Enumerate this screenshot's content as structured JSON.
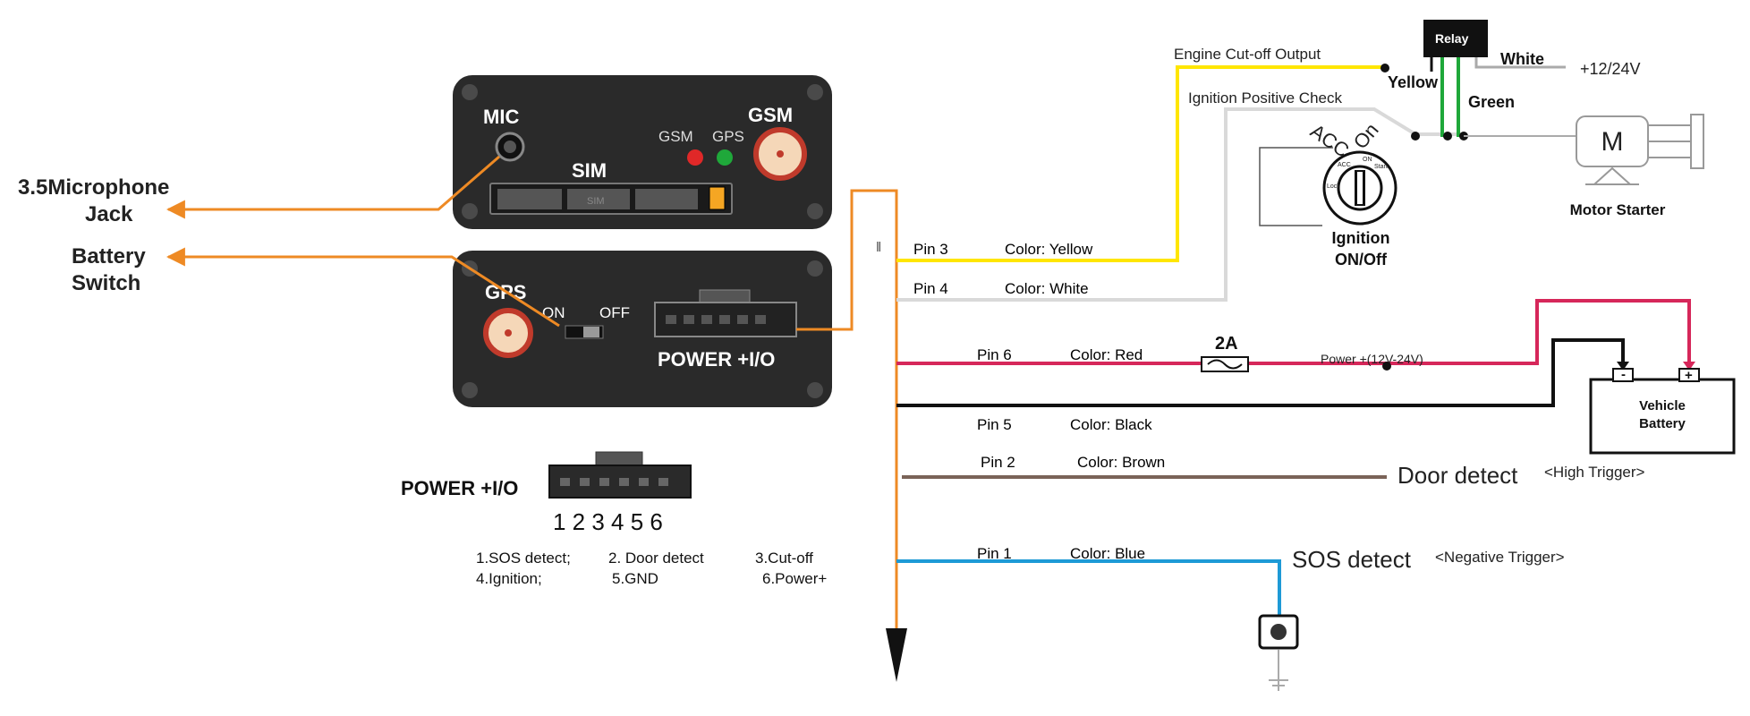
{
  "device": {
    "top_panel": {
      "mic_label": "MIC",
      "gsm_antenna_label": "GSM",
      "led_gsm_label": "GSM",
      "led_gps_label": "GPS",
      "sim_label": "SIM",
      "sim_tray_text": "SIM"
    },
    "bottom_panel": {
      "gps_antenna_label": "GPS",
      "switch_on_label": "ON",
      "switch_off_label": "OFF",
      "connector_label": "POWER +I/O"
    }
  },
  "callouts": {
    "mic_jack": [
      "3.5Microphone",
      "Jack"
    ],
    "battery_switch": [
      "Battery",
      "Switch"
    ]
  },
  "connector_detail": {
    "label": "POWER +I/O",
    "pin_numbers": "1 2 3 4 5 6",
    "legend_row1": [
      "1.SOS  detect;",
      "2. Door  detect",
      "3.Cut-off"
    ],
    "legend_row2": [
      "4.Ignition;",
      "5.GND",
      "6.Power+"
    ]
  },
  "wires": [
    {
      "pin": "Pin 3",
      "color_label": "Color: Yellow",
      "stroke": "#ffe600"
    },
    {
      "pin": "Pin 4",
      "color_label": "Color: White",
      "stroke": "#d9d9d9"
    },
    {
      "pin": "Pin 6",
      "color_label": "Color: Red",
      "stroke": "#d6275a"
    },
    {
      "pin": "Pin 5",
      "color_label": "Color: Black",
      "stroke": "#111111"
    },
    {
      "pin": "Pin 2",
      "color_label": "Color: Brown",
      "stroke": "#7a6358"
    },
    {
      "pin": "Pin 1",
      "color_label": "Color: Blue",
      "stroke": "#1e9ad6"
    }
  ],
  "harness_color": "#ee8a24",
  "harness_marker": "‖",
  "relay": {
    "label": "Relay",
    "engine_cutoff": "Engine Cut-off Output",
    "ignition_check": "Ignition Positive Check",
    "yellow_label": "Yellow",
    "white_label": "White",
    "green_label": "Green",
    "supply_label": "+12/24V"
  },
  "ignition": {
    "acc": "ACC",
    "on": "On",
    "small_acc": "ACC",
    "small_on": "ON",
    "small_start": "Start",
    "small_lock": "Lock",
    "caption": [
      "Ignition",
      "ON/Off"
    ]
  },
  "motor": {
    "symbol": "M",
    "caption": "Motor Starter"
  },
  "power": {
    "fuse_rating": "2A",
    "power_label": "Power +(12V-24V)"
  },
  "battery": {
    "label": [
      "Vehicle",
      "Battery"
    ],
    "neg": "-",
    "pos": "+"
  },
  "door": {
    "label": "Door  detect",
    "trigger": "<High Trigger>"
  },
  "sos": {
    "label": "SOS  detect",
    "trigger": "<Negative Trigger>"
  }
}
